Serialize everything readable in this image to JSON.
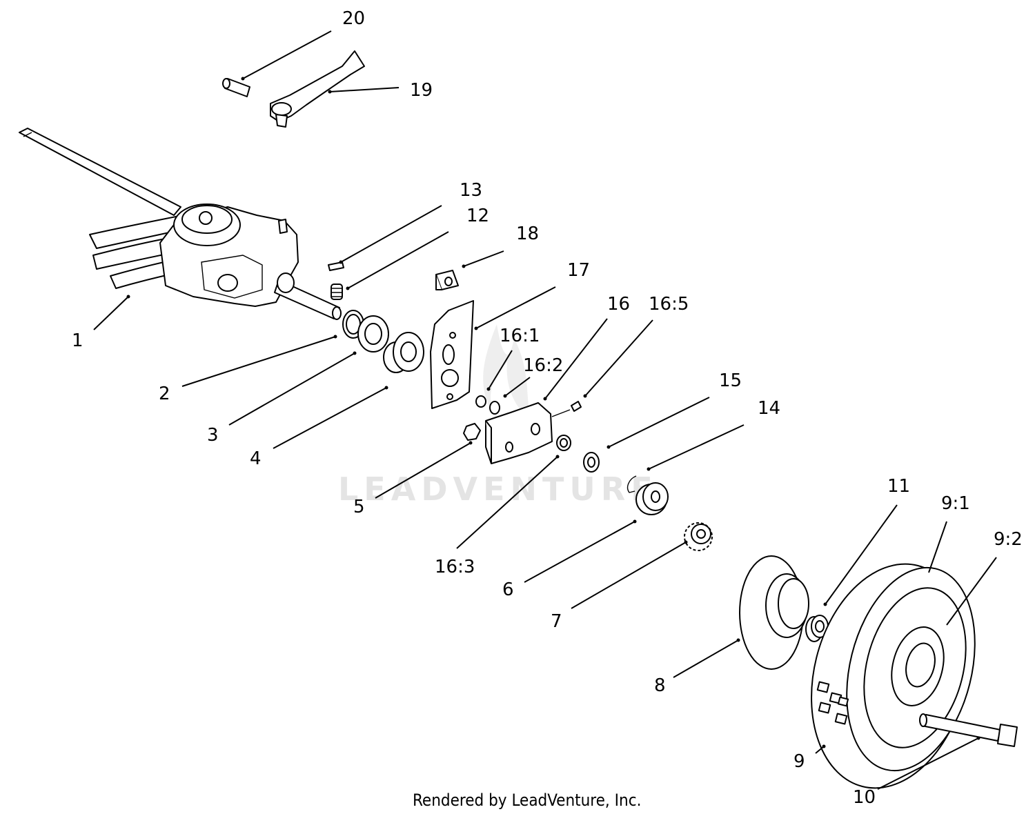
{
  "diagram": {
    "callouts": {
      "c1": "1",
      "c2": "2",
      "c3": "3",
      "c4": "4",
      "c5": "5",
      "c6": "6",
      "c7": "7",
      "c8": "8",
      "c9": "9",
      "c91": "9:1",
      "c92": "9:2",
      "c10": "10",
      "c11": "11",
      "c12": "12",
      "c13": "13",
      "c14": "14",
      "c15": "15",
      "c16": "16",
      "c161": "16:1",
      "c162": "16:2",
      "c163": "16:3",
      "c165": "16:5",
      "c17": "17",
      "c18": "18",
      "c19": "19",
      "c20": "20"
    },
    "watermark": "LEADVENTURE",
    "footer": "Rendered by LeadVenture, Inc."
  }
}
